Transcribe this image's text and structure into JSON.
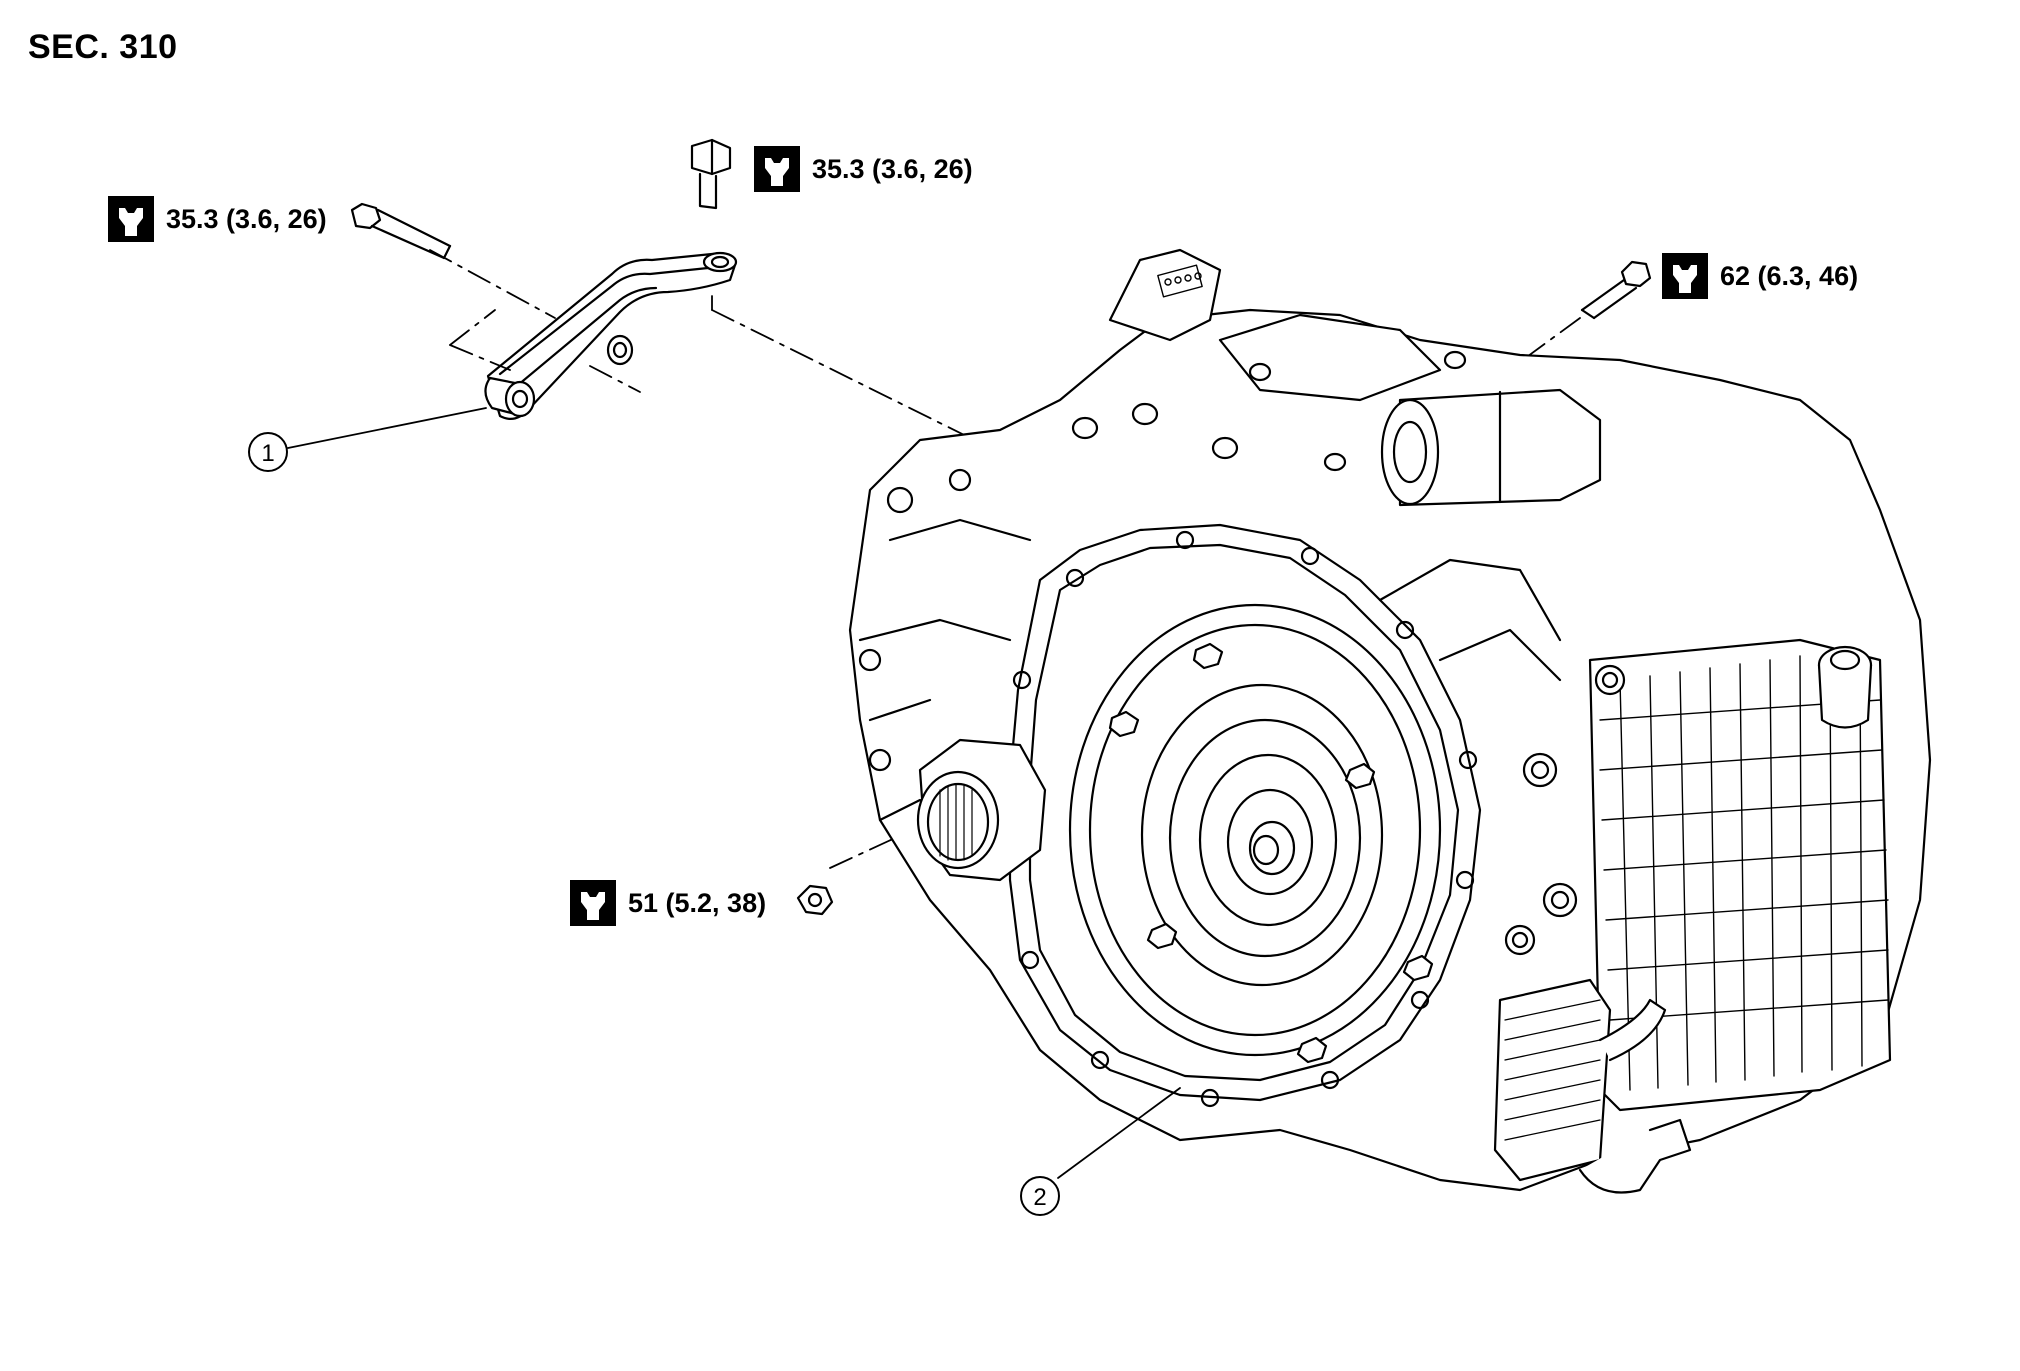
{
  "section": {
    "title": "SEC. 310"
  },
  "torque_specs": [
    {
      "id": "bracket-bolt-long",
      "value": "35.3 (3.6, 26)",
      "icon": "torque-wrench-icon"
    },
    {
      "id": "bracket-bolt-vertical",
      "value": "35.3 (3.6, 26)",
      "icon": "torque-wrench-icon"
    },
    {
      "id": "case-bolt",
      "value": "62 (6.3, 46)",
      "icon": "torque-wrench-icon"
    },
    {
      "id": "converter-nut",
      "value": "51 (5.2, 38)",
      "icon": "torque-wrench-icon"
    }
  ],
  "callouts": [
    {
      "id": "part-1",
      "number": "1"
    },
    {
      "id": "part-2",
      "number": "2"
    }
  ]
}
